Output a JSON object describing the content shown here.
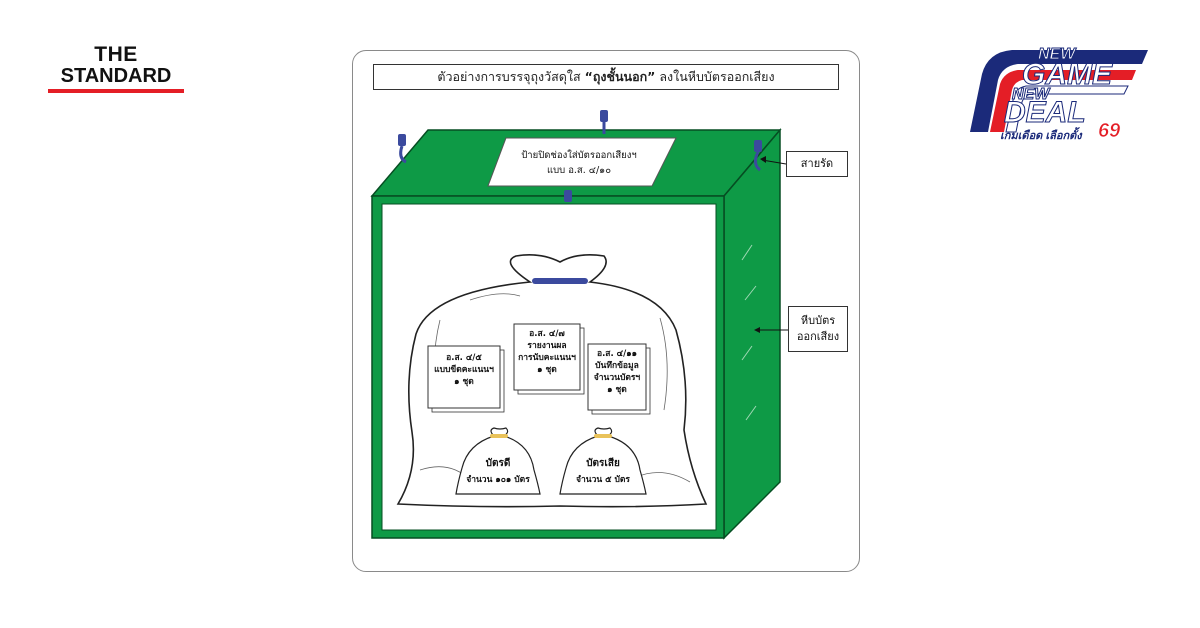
{
  "branding": {
    "logo_line1": "THE",
    "logo_line2": "STANDARD",
    "badge_new1": "NEW",
    "badge_game": "GAME",
    "badge_new2": "NEW",
    "badge_deal": "DEAL",
    "badge_tagline": "เกมเดือด เลือกตั้ง",
    "badge_number": "69"
  },
  "diagram": {
    "caption_prefix": "ตัวอย่างการบรรจุถุงวัสดุใส ",
    "caption_bold": "“ถุงชั้นนอก”",
    "caption_suffix": " ลงในหีบบัตรออกเสียง",
    "slot_line1": "ป้ายปิดช่องใส่บัตรออกเสียงฯ",
    "slot_line2": "แบบ อ.ส. ๔/๑๐",
    "label_strap": "สายรัด",
    "label_box_line1": "หีบบัตร",
    "label_box_line2": "ออกเสียง",
    "doc1": {
      "code": "อ.ส. ๔/๕",
      "line1": "แบบขีดคะแนนฯ",
      "line2": "๑ ชุด"
    },
    "doc2": {
      "code": "อ.ส. ๔/๗",
      "line1": "รายงานผล",
      "line2": "การนับคะแนนฯ",
      "line3": "๑ ชุด"
    },
    "doc3": {
      "code": "อ.ส. ๔/๑๑",
      "line1": "บันทึกข้อมูล",
      "line2": "จำนวนบัตรฯ",
      "line3": "๑ ชุด"
    },
    "bag_good": {
      "title": "บัตรดี",
      "count": "จำนวน ๑๐๑ บัตร"
    },
    "bag_bad": {
      "title": "บัตรเสีย",
      "count": "จำนวน ๕ บัตร"
    }
  },
  "colors": {
    "box_green": "#0e9a46",
    "strap_blue": "#3b4a9e",
    "brand_red": "#e41e26"
  }
}
